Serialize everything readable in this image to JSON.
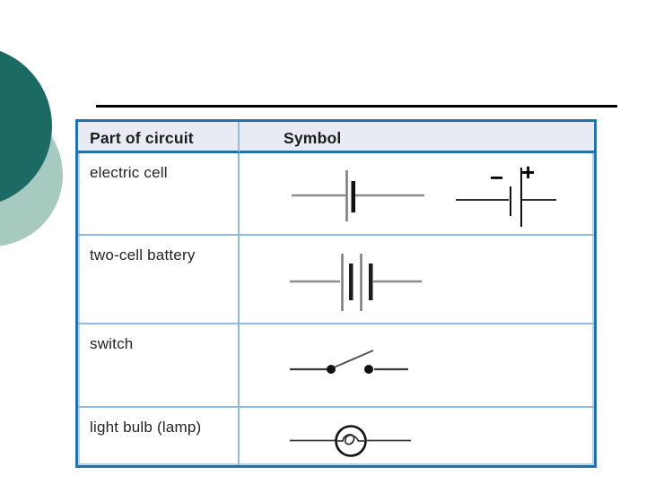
{
  "decoration": {
    "dark_circle_color": "#1b6a63",
    "light_circle_color": "#a6c9c0",
    "top_rule_color": "#000000"
  },
  "table": {
    "border_color": "#2571a6",
    "grid_line_color": "#94bad8",
    "header_fill": "#e8ebf4",
    "header": {
      "part_label": "Part of circuit",
      "symbol_label": "Symbol"
    },
    "rows": [
      {
        "part": "electric cell",
        "symbol_icon": "electric-cell-symbol",
        "minus_label": "−",
        "plus_label": "+"
      },
      {
        "part": "two-cell battery",
        "symbol_icon": "two-cell-battery-symbol"
      },
      {
        "part": "switch",
        "symbol_icon": "open-switch-symbol"
      },
      {
        "part": "light bulb (lamp)",
        "symbol_icon": "lamp-symbol"
      }
    ]
  }
}
